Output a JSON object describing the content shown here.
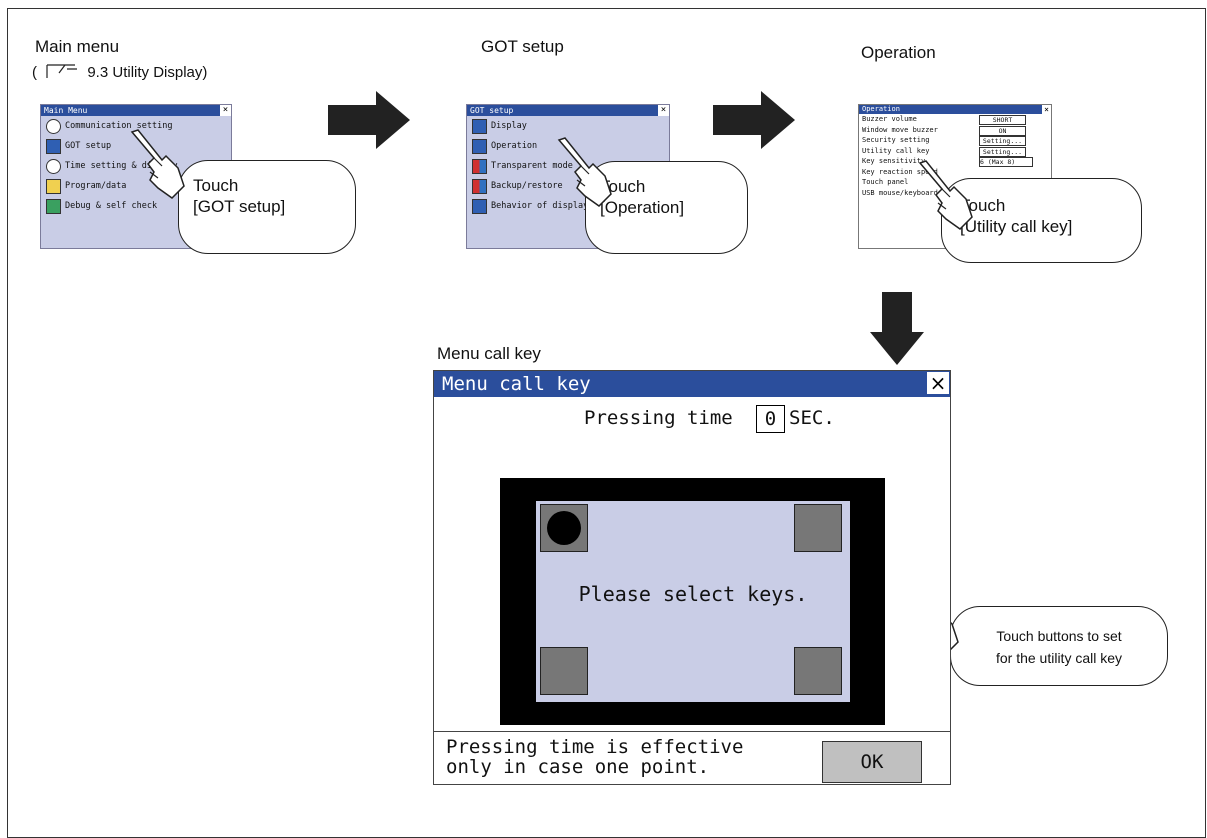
{
  "steps": {
    "main_menu": {
      "label": "Main menu",
      "ref": "9.3 Utility Display)",
      "ref_prefix": "("
    },
    "got_setup": {
      "label": "GOT setup"
    },
    "operation": {
      "label": "Operation"
    },
    "menu_call_key": {
      "label": "Menu call key"
    }
  },
  "mini_main": {
    "title": "Main Menu",
    "items": [
      "Communication setting",
      "GOT setup",
      "Time setting & display",
      "Program/data",
      "Debug & self check"
    ]
  },
  "mini_got": {
    "title": "GOT setup",
    "items": [
      "Display",
      "Operation",
      "Transparent mode",
      "Backup/restore",
      "Behavior of display"
    ]
  },
  "mini_op": {
    "title": "Operation",
    "rows": [
      {
        "label": "Buzzer volume",
        "value": "SHORT"
      },
      {
        "label": "Window move buzzer",
        "value": "ON"
      },
      {
        "label": "Security setting",
        "value": "Setting..."
      },
      {
        "label": "Utility call key",
        "value": "Setting..."
      },
      {
        "label": "Key sensitivity",
        "value": "6   (Max 8)"
      },
      {
        "label": "Key reaction speed",
        "value": ""
      },
      {
        "label": "Touch panel",
        "value": ""
      },
      {
        "label": "USB mouse/keyboard",
        "value": ""
      }
    ]
  },
  "bubbles": {
    "b1": {
      "line1": "Touch",
      "line2": "[GOT setup]"
    },
    "b2": {
      "line1": "Touch",
      "line2": "[Operation]"
    },
    "b3": {
      "line1": "Touch",
      "line2": "[Utility call key]"
    },
    "b4": {
      "line1": "Touch buttons to set",
      "line2": "for the utility call key"
    }
  },
  "dialog": {
    "title": "Menu call key",
    "close": "×",
    "pressing_label": "Pressing time",
    "pressing_value": "0",
    "pressing_unit": "SEC.",
    "center_text": "Please select keys.",
    "note_line1": "Pressing time is effective",
    "note_line2": "only in case one point.",
    "ok_label": "OK"
  },
  "colors": {
    "title_bar": "#2b4e9c",
    "screen_bg": "#c9cde6",
    "panel": "#000000",
    "key": "#777777"
  }
}
